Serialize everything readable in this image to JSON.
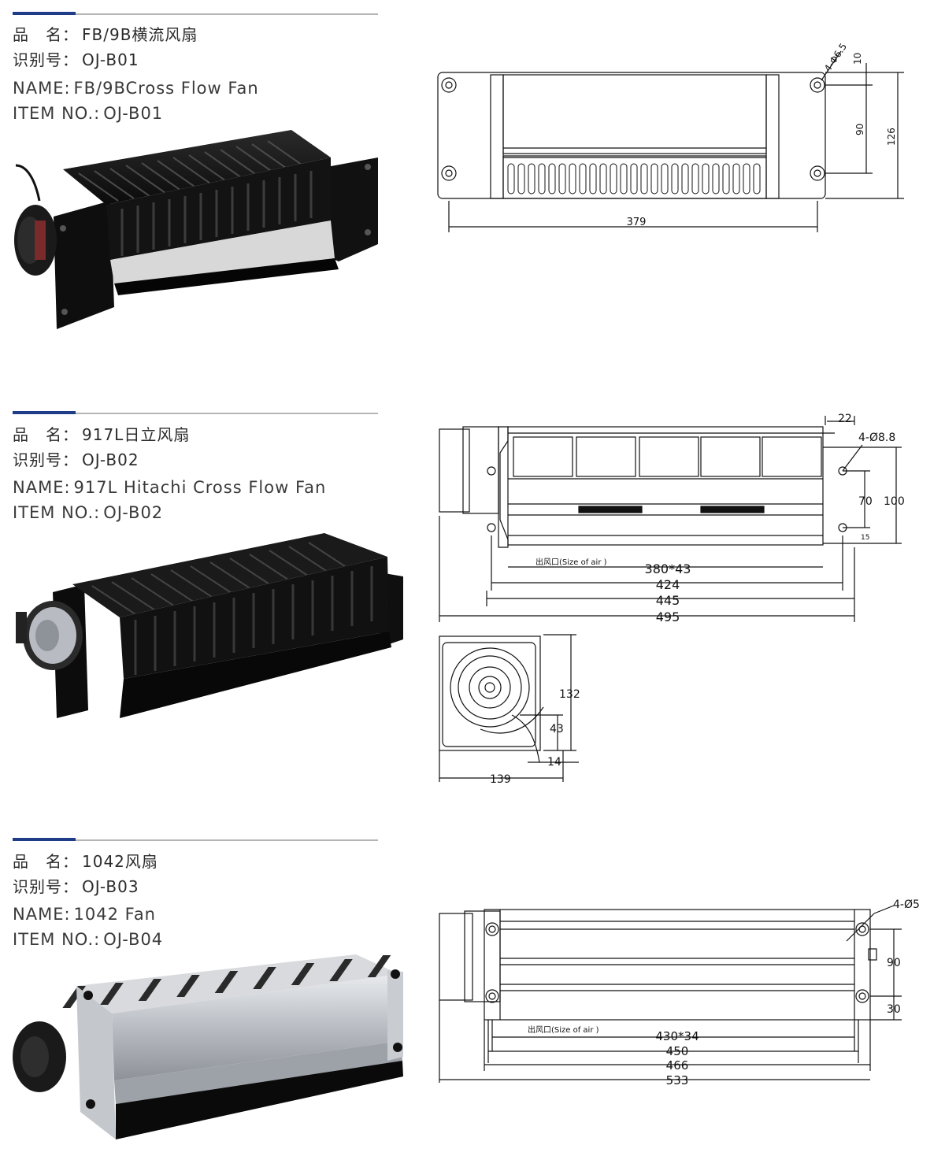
{
  "products": [
    {
      "name_cn_label": "品　名：",
      "name_cn": "FB/9B横流风扇",
      "id_cn_label": "识别号：",
      "id_cn": "OJ-B01",
      "name_en_label": "NAME:",
      "name_en": "FB/9BCross Flow Fan",
      "item_en_label": "ITEM NO.:",
      "item_en": "OJ-B01",
      "drawing": {
        "hole_spec": "4-Φ6.5",
        "dim_top": "10",
        "dim_mid": "90",
        "dim_height": "126",
        "dim_width": "379"
      }
    },
    {
      "name_cn_label": "品　名：",
      "name_cn": "917L日立风扇",
      "id_cn_label": "识别号：",
      "id_cn": "OJ-B02",
      "name_en_label": "NAME:",
      "name_en": "917L Hitachi Cross Flow Fan",
      "item_en_label": "ITEM NO.:",
      "item_en": "OJ-B02",
      "drawing": {
        "dim_edge": "22",
        "hole_spec": "4-Ø8.8",
        "dim_70": "70",
        "dim_100": "100",
        "dim_15": "15",
        "outlet_label": "出风口(Size of air )",
        "dim_outlet": "380*43",
        "dim_424": "424",
        "dim_445": "445",
        "dim_495": "495",
        "side_132": "132",
        "side_43": "43",
        "side_14": "14",
        "side_139": "139"
      }
    },
    {
      "name_cn_label": "品　名：",
      "name_cn": "1042风扇",
      "id_cn_label": "识别号：",
      "id_cn": "OJ-B03",
      "name_en_label": "NAME:",
      "name_en": "1042 Fan",
      "item_en_label": "ITEM NO.:",
      "item_en": "OJ-B04",
      "drawing": {
        "hole_spec": "4-Ø5",
        "dim_90": "90",
        "dim_30": "30",
        "outlet_label": "出风口(Size of air )",
        "dim_outlet": "430*34",
        "dim_450": "450",
        "dim_466": "466",
        "dim_533": "533"
      }
    }
  ],
  "colors": {
    "accent_blue": "#1f3c88",
    "rule_gray": "#b5b5b5",
    "fan_black": "#141414",
    "fan_silver": "#c9ccd1"
  }
}
